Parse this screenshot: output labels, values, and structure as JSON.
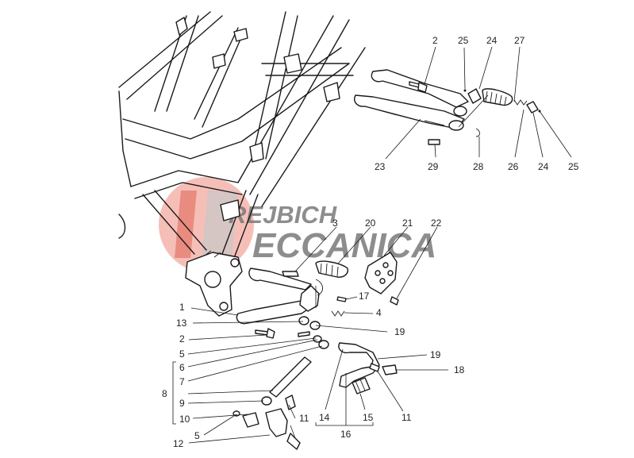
{
  "watermark": {
    "line1": "REJBICH",
    "line2": "ECCANICA",
    "logo_letters": "KM",
    "accent_color": "#e8503a",
    "text_color": "#7a7a7a"
  },
  "callouts": {
    "c1": "1",
    "c2a": "2",
    "c2b": "2",
    "c3": "3",
    "c4": "4",
    "c5a": "5",
    "c5b": "5",
    "c6": "6",
    "c7": "7",
    "c8": "8",
    "c9": "9",
    "c10": "10",
    "c11a": "11",
    "c11b": "11",
    "c12": "12",
    "c13": "13",
    "c14": "14",
    "c15": "15",
    "c16": "16",
    "c17": "17",
    "c18": "18",
    "c19a": "19",
    "c19b": "19",
    "c20": "20",
    "c21": "21",
    "c22": "22",
    "c23": "23",
    "c24a": "24",
    "c24b": "24",
    "c25a": "25",
    "c25b": "25",
    "c26": "26",
    "c27": "27",
    "c28": "28",
    "c29": "29"
  }
}
